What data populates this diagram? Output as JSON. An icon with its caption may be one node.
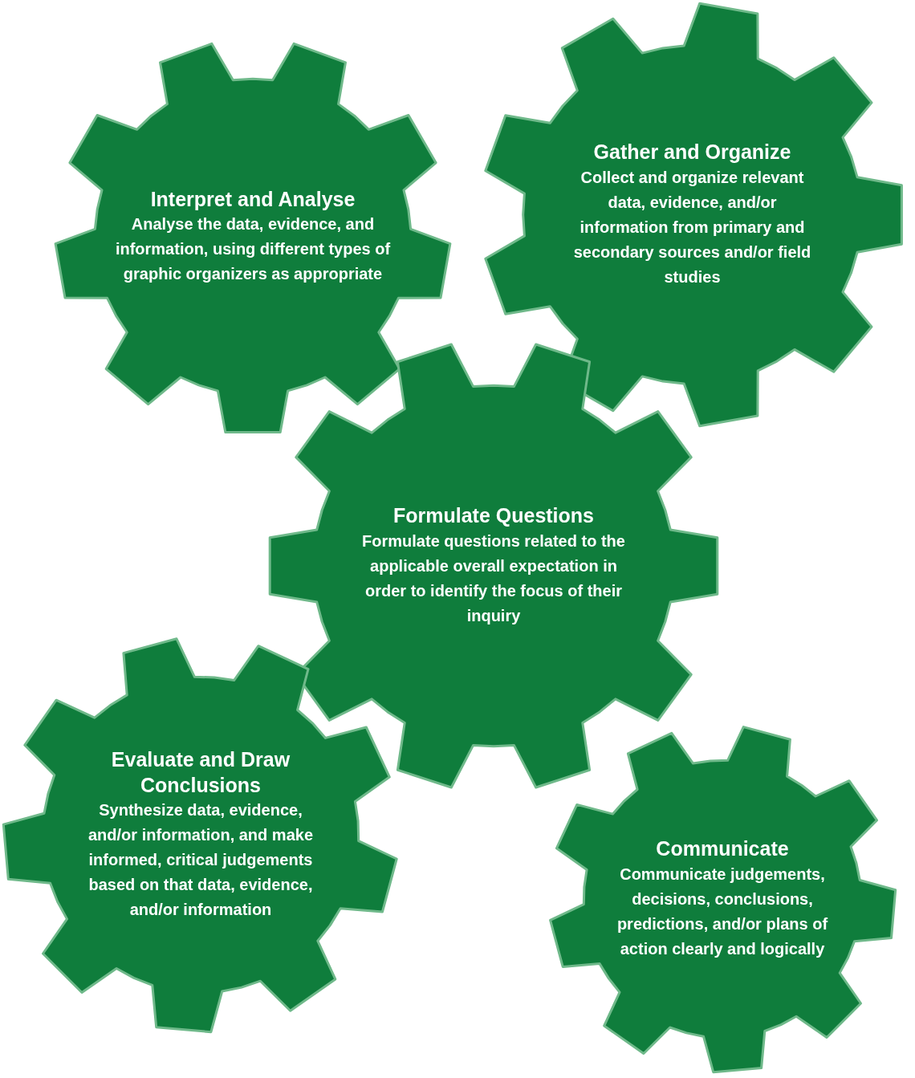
{
  "diagram": {
    "nodes": [
      {
        "text": [
          "Interpret and Analyse",
          "Analyse the data, evidence, and information, using different types of graphic organizers as appropriate"
        ]
      },
      {
        "text": [
          "Gather and Organize",
          "Collect and organize relevant data, evidence, and/or information from primary and secondary sources and/or field studies"
        ]
      },
      {
        "text": [
          "Formulate Questions",
          "Formulate questions related to the applicable overall expectation in order to identify the focus of their inquiry"
        ]
      },
      {
        "text": [
          "Evaluate and Draw Conclusions",
          "Synthesize data, evidence, and/or information, and make informed, critical judgements based on that data, evidence, and/or information"
        ]
      },
      {
        "text": [
          "Communicate",
          "Communicate judgements, decisions, conclusions, predictions, and/or plans of action clearly and logically"
        ]
      }
    ]
  }
}
